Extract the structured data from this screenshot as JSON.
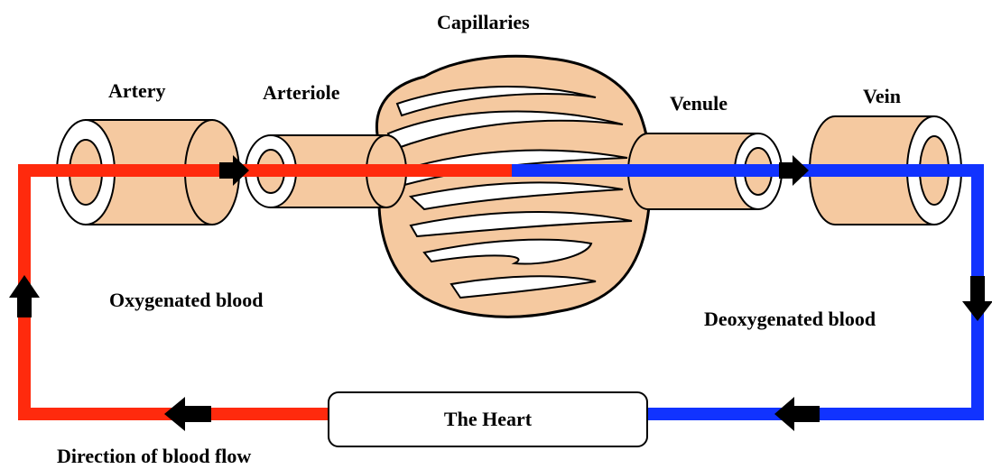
{
  "labels": {
    "capillaries": "Capillaries",
    "artery": "Artery",
    "arteriole": "Arteriole",
    "venule": "Venule",
    "vein": "Vein",
    "oxygenated": "Oxygenated blood",
    "deoxygenated": "Deoxygenated blood",
    "heart": "The Heart",
    "direction": "Direction of blood flow"
  },
  "colors": {
    "oxygenated": "#ff2a0d",
    "deoxygenated": "#1133ff",
    "vessel_fill": "#f5c9a0",
    "arrow": "#000000"
  }
}
